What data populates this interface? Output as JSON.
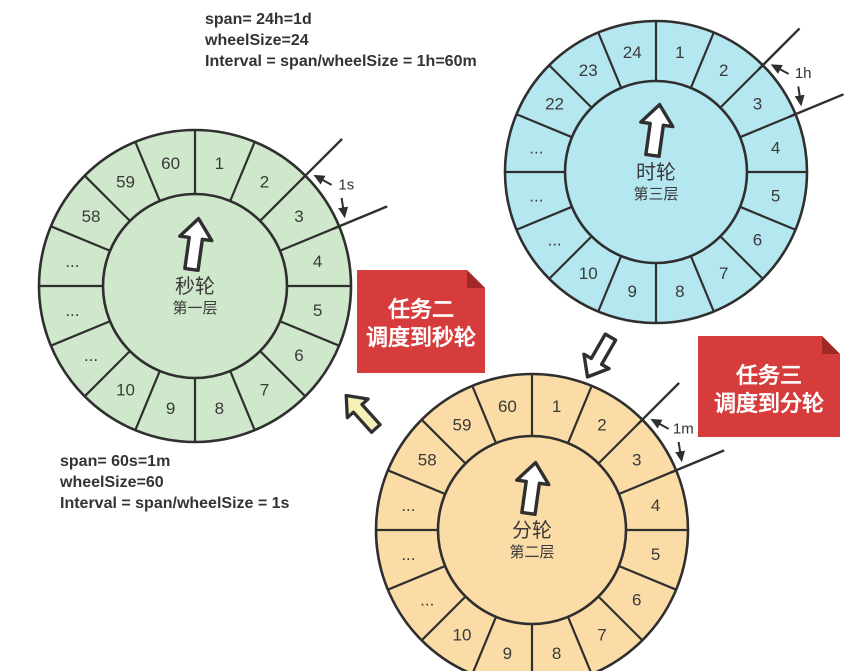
{
  "colors": {
    "outline": "#2f2f2f",
    "text": "#333333",
    "wheel_green": "#cfe7ca",
    "wheel_cyan": "#b5e7f0",
    "wheel_orange": "#fcdca6",
    "banner_red": "#d73c3c",
    "banner_fold": "#a22727",
    "arrow_white": "#ffffff",
    "arrow_yellow": "#f6efb7"
  },
  "formula_hour_wheel": {
    "line1": "span= 24h=1d",
    "line2": "wheelSize=24",
    "line3": "Interval = span/wheelSize = 1h=60m"
  },
  "formula_second_wheel": {
    "line1": "span= 60s=1m",
    "line2": "wheelSize=60",
    "line3": "Interval = span/wheelSize = 1s"
  },
  "wheels": [
    {
      "id": "second-wheel",
      "name": "秒轮",
      "layer": "第一层",
      "tick_label": "1s",
      "fill": "#cfe7ca",
      "slots": [
        "1",
        "2",
        "3",
        "4",
        "5",
        "6",
        "7",
        "8",
        "9",
        "10",
        "...",
        "...",
        "...",
        "58",
        "59",
        "60"
      ]
    },
    {
      "id": "hour-wheel",
      "name": "时轮",
      "layer": "第三层",
      "tick_label": "1h",
      "fill": "#b5e7f0",
      "slots": [
        "1",
        "2",
        "3",
        "4",
        "5",
        "6",
        "7",
        "8",
        "9",
        "10",
        "...",
        "...",
        "...",
        "22",
        "23",
        "24"
      ]
    },
    {
      "id": "minute-wheel",
      "name": "分轮",
      "layer": "第二层",
      "tick_label": "1m",
      "fill": "#fcdca6",
      "slots": [
        "1",
        "2",
        "3",
        "4",
        "5",
        "6",
        "7",
        "8",
        "9",
        "10",
        "...",
        "...",
        "...",
        "58",
        "59",
        "60"
      ]
    }
  ],
  "banners": [
    {
      "id": "task2-banner",
      "line1": "任务二",
      "line2": "调度到秒轮"
    },
    {
      "id": "task3-banner",
      "line1": "任务三",
      "line2": "调度到分轮"
    }
  ]
}
